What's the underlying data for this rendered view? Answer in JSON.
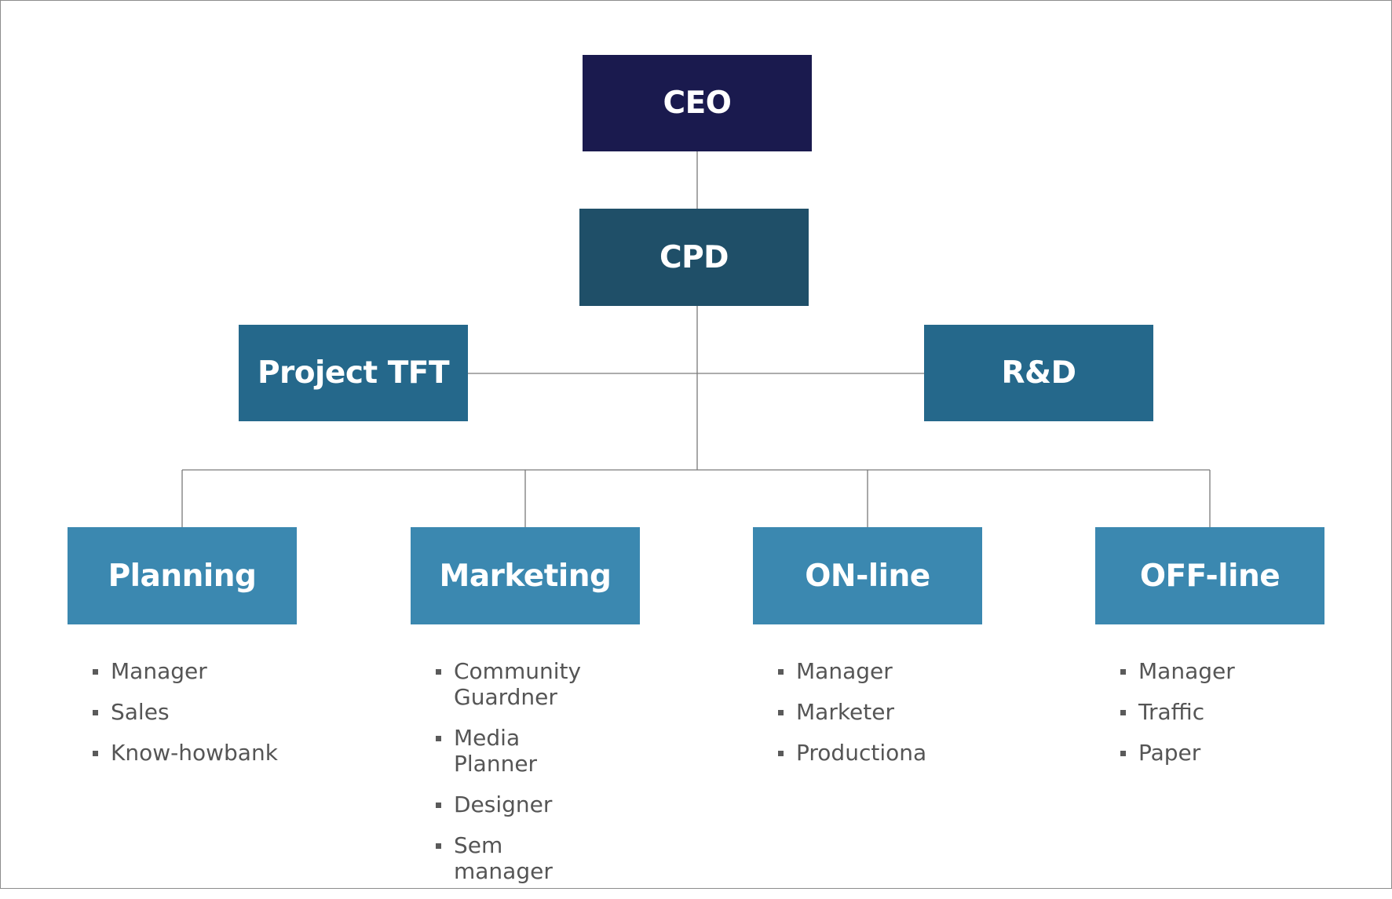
{
  "colors": {
    "ceo": "#1a1a4e",
    "cpd": "#1f4f68",
    "mid": "#25688b",
    "dept": "#3b88b0",
    "line": "#7a7a7a",
    "text": "#555555"
  },
  "nodes": {
    "ceo": "CEO",
    "cpd": "CPD",
    "project_tft": "Project TFT",
    "rnd": "R&D"
  },
  "departments": [
    {
      "name": "Planning",
      "roles": [
        "Manager",
        "Sales",
        "Know-howbank"
      ]
    },
    {
      "name": "Marketing",
      "roles": [
        "Community Guardner",
        "Media Planner",
        "Designer",
        "Sem manager"
      ]
    },
    {
      "name": "ON-line",
      "roles": [
        "Manager",
        "Marketer",
        "Productiona"
      ]
    },
    {
      "name": "OFF-line",
      "roles": [
        "Manager",
        "Traffic",
        "Paper"
      ]
    }
  ]
}
